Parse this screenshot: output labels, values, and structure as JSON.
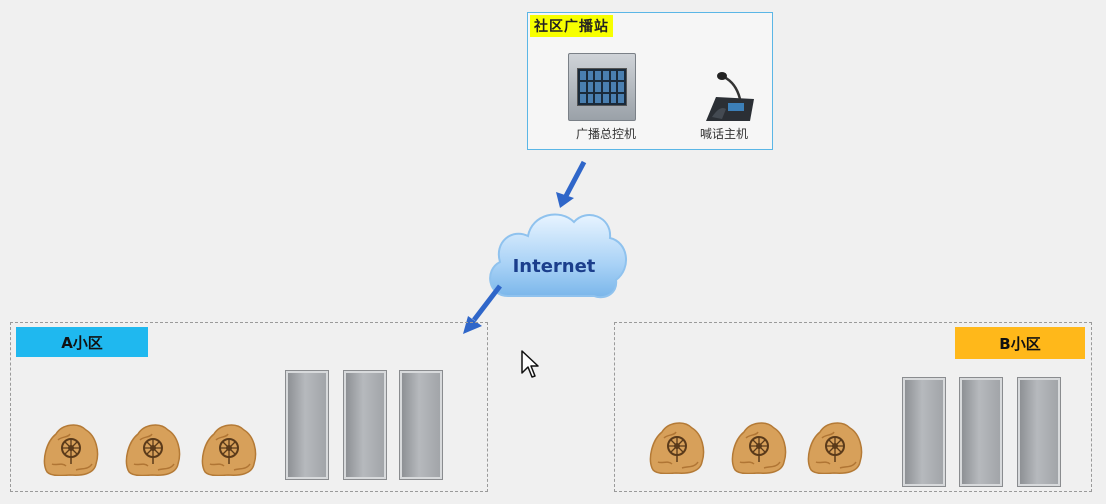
{
  "station": {
    "title": "社区广播站",
    "devices": [
      {
        "label": "广播总控机",
        "icon": "broadcast-controller-icon"
      },
      {
        "label": "喊话主机",
        "icon": "paging-console-icon"
      }
    ]
  },
  "network": {
    "label": "Internet",
    "icon": "cloud-icon"
  },
  "zones": [
    {
      "label": "A小区",
      "color": "#1fb8ef"
    },
    {
      "label": "B小区",
      "color": "#ffb81a"
    }
  ],
  "colors": {
    "arrow": "#2f66c9",
    "station_border": "#5bb6e6",
    "station_title_bg": "#f7ff00"
  }
}
